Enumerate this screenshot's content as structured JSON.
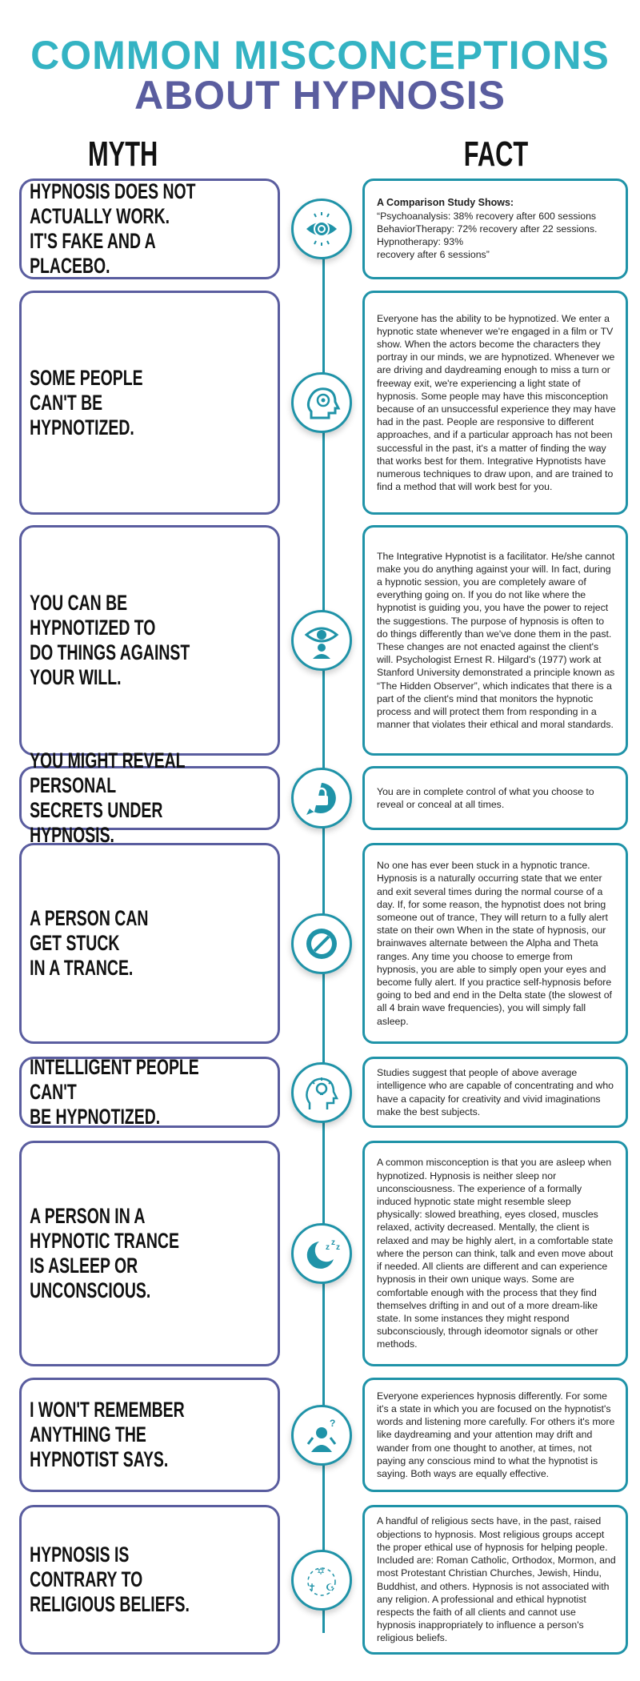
{
  "title": {
    "line1": "COMMON MISCONCEPTIONS",
    "line2": "ABOUT HYPNOSIS"
  },
  "headers": {
    "myth": "MYTH",
    "fact": "FACT"
  },
  "colors": {
    "teal": "#1f93a8",
    "purple": "#5a5d9f",
    "title_teal": "#34b3c3"
  },
  "rows": [
    {
      "icon": "hypnotic-eye-icon",
      "myth": "HYPNOSIS DOES NOT\nACTUALLY WORK.\nIT'S FAKE AND A PLACEBO.",
      "fact_heading": "A Comparison Study Shows:",
      "fact": "“Psychoanalysis: 38% recovery after 600 sessions\nBehaviorTherapy: 72% recovery after 22 sessions.\nHypnotherapy: 93%\nrecovery after 6 sessions”"
    },
    {
      "icon": "head-spiral-icon",
      "myth": "SOME PEOPLE\nCAN'T BE\nHYPNOTIZED.",
      "fact": "Everyone has the ability to be hypnotized. We enter a hypnotic state whenever we're engaged in a film or TV show. When the actors become the characters they portray in our minds, we are hypnotized. Whenever we are driving and daydreaming enough to miss a turn or freeway exit, we're experiencing a light state of hypnosis. Some people may have this misconception because of an unsuccessful experience they may have had in the past. People are responsive to different approaches, and if a particular approach has not been successful in the past, it's a matter of finding the way that works best for them. Integrative Hypnotists have numerous techniques to draw upon, and are trained to find a method that will work best for you."
    },
    {
      "icon": "eye-person-icon",
      "myth": "YOU CAN BE\nHYPNOTIZED TO\nDO THINGS AGAINST\nYOUR WILL.",
      "fact": "The Integrative Hypnotist is a facilitator. He/she cannot make you do anything against your will. In fact, during a hypnotic session, you are completely aware of everything going on. If you do not like where the hypnotist is guiding you, you have the power to reject the suggestions. The purpose of hypnosis is often to do things differently than we've done them in the past. These changes are not enacted against the client's will. Psychologist Ernest R. Hilgard's (1977) work at Stanford University demonstrated a principle known as “The Hidden Observer”, which indicates that there is a part of the client's mind that monitors the hypnotic process and will protect them from responding in a manner that violates their ethical and moral standards."
    },
    {
      "icon": "lock-bubble-icon",
      "myth": "YOU MIGHT REVEAL PERSONAL\nSECRETS UNDER HYPNOSIS.",
      "fact": "You are in complete control of what you choose to reveal or conceal at all times."
    },
    {
      "icon": "no-brain-icon",
      "myth": "A PERSON CAN\nGET STUCK\nIN A TRANCE.",
      "fact": "No one has ever been stuck in a hypnotic trance. Hypnosis is a naturally occurring state that we enter and exit several times during the normal course of a day. If, for some reason, the hypnotist does not bring someone out of trance, They will return to a fully alert state on their own When in the state of hypnosis, our brainwaves alternate between the Alpha and Theta ranges. Any time you choose to emerge from hypnosis, you are able to simply open your eyes and become fully alert. If you practice self-hypnosis before going to bed and end in the Delta state (the slowest of all 4 brain wave frequencies), you will simply fall asleep."
    },
    {
      "icon": "lightbulb-head-icon",
      "myth": "INTELLIGENT PEOPLE CAN'T\nBE HYPNOTIZED.",
      "fact": "Studies suggest that people of above average intelligence who are capable of concentrating and who have a capacity for creativity and vivid imaginations make the best subjects."
    },
    {
      "icon": "moon-sleep-icon",
      "myth": "A PERSON IN A\nHYPNOTIC TRANCE\nIS ASLEEP OR\nUNCONSCIOUS.",
      "fact": "A common misconception is that you are asleep when hypnotized. Hypnosis is neither sleep nor unconsciousness. The experience of a formally induced hypnotic state might resemble sleep physically: slowed breathing, eyes closed, muscles relaxed, activity decreased. Mentally, the client is relaxed and may be highly alert, in a comfortable state where the person can think, talk and even move about if needed. All clients are different and can experience hypnosis in their own unique ways. Some are comfortable enough with the process that they find themselves drifting in and out of a more dream-like state. In some instances they might respond subconsciously, through ideomotor signals or other methods."
    },
    {
      "icon": "person-question-icon",
      "myth": "I WON'T REMEMBER\nANYTHING THE\nHYPNOTIST SAYS.",
      "fact": "Everyone experiences hypnosis differently. For some it's a state in which you are focused on the hypnotist's words and listening more carefully. For others it's more like daydreaming and your attention may drift and wander from one thought to another, at times, not paying any conscious mind to what the hypnotist is saying. Both ways are equally effective."
    },
    {
      "icon": "religious-symbols-icon",
      "myth": "HYPNOSIS IS\nCONTRARY TO\nRELIGIOUS BELIEFS.",
      "fact": "A handful of religious sects have, in the past, raised objections to hypnosis. Most religious groups accept the proper ethical use of hypnosis for helping people. Included are: Roman Catholic, Orthodox, Mormon, and most Protestant Christian Churches, Jewish, Hindu, Buddhist, and others. Hypnosis is not associated with any religion. A professional and ethical hypnotist respects the faith of all clients and cannot use hypnosis inappropriately to influence a person's religious beliefs."
    }
  ]
}
